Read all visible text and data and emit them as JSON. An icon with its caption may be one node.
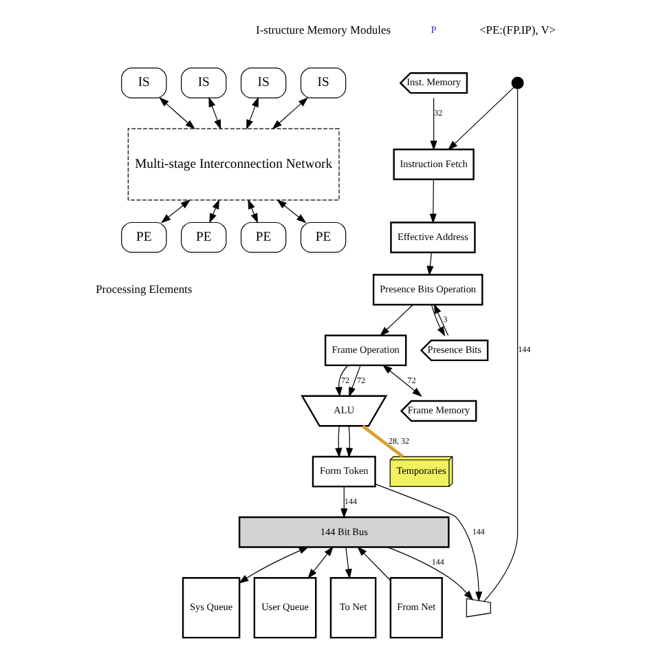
{
  "diagram": {
    "nodes": [
      {
        "text": [
          "IS"
        ]
      },
      {
        "text": [
          "IS"
        ]
      },
      {
        "text": [
          "IS"
        ]
      },
      {
        "text": [
          "IS"
        ]
      },
      {
        "text": [
          "Multi-stage Interconnection Network"
        ]
      },
      {
        "text": [
          "PE"
        ]
      },
      {
        "text": [
          "PE"
        ]
      },
      {
        "text": [
          "PE"
        ]
      },
      {
        "text": [
          "PE"
        ]
      },
      {
        "text": [],
        "shape": "circle"
      },
      {
        "text": [
          "Instruction Fetch"
        ]
      },
      {
        "text": [
          "Effective Address"
        ]
      },
      {
        "text": [
          "Presence Bits Operation"
        ]
      },
      {
        "text": [
          "Frame Operation"
        ]
      },
      {
        "text": [
          "ALU"
        ]
      },
      {
        "text": [
          "Form Token"
        ]
      },
      {
        "text": [
          "Inst. Memory"
        ]
      },
      {
        "text": [
          "Presence Bits"
        ]
      },
      {
        "text": [
          "Frame Memory"
        ]
      },
      {
        "text": [
          "Temporaries"
        ]
      },
      {
        "text": [
          "144 Bit Bus"
        ]
      },
      {
        "text": [
          "Sys Queue"
        ]
      },
      {
        "text": [
          "User Queue"
        ]
      },
      {
        "text": [
          "To Net"
        ]
      },
      {
        "text": [
          "From Net"
        ]
      },
      {
        "text": [],
        "shape": "trapezium"
      }
    ],
    "edges": [
      {
        "from": 0,
        "to": 4,
        "arrow": "both"
      },
      {
        "from": 1,
        "to": 4,
        "arrow": "both"
      },
      {
        "from": 2,
        "to": 4,
        "arrow": "both"
      },
      {
        "from": 3,
        "to": 4,
        "arrow": "both"
      },
      {
        "from": 4,
        "to": 5,
        "arrow": "both"
      },
      {
        "from": 4,
        "to": 6,
        "arrow": "both"
      },
      {
        "from": 4,
        "to": 7,
        "arrow": "both"
      },
      {
        "from": 4,
        "to": 8,
        "arrow": "both"
      },
      {
        "from": 9,
        "to": 10,
        "arrow": "to"
      },
      {
        "from": 16,
        "to": 10,
        "arrow": "to",
        "label": "32"
      },
      {
        "from": 10,
        "to": 11,
        "arrow": "to"
      },
      {
        "from": 11,
        "to": 12,
        "arrow": "to"
      },
      {
        "from": 17,
        "to": 12,
        "arrow": "to",
        "label": "3"
      },
      {
        "from": 12,
        "to": 17,
        "arrow": "to"
      },
      {
        "from": 12,
        "to": 13,
        "arrow": "to"
      },
      {
        "from": 13,
        "to": 18,
        "arrow": "both",
        "label": "72"
      },
      {
        "from": 13,
        "to": 14,
        "arrow": "to",
        "label": "72"
      },
      {
        "from": 13,
        "to": 14,
        "arrow": "to",
        "label": "72"
      },
      {
        "from": 14,
        "to": 19,
        "arrow": "none",
        "label": "28, 32",
        "style": "thick",
        "color": "#d9a032"
      },
      {
        "from": 14,
        "to": 15,
        "arrow": "to"
      },
      {
        "from": 14,
        "to": 15,
        "arrow": "to"
      },
      {
        "from": 15,
        "to": 25,
        "arrow": "to",
        "label": "144"
      },
      {
        "from": 15,
        "to": 20,
        "arrow": "to",
        "label": "144"
      },
      {
        "from": 20,
        "to": 25,
        "arrow": "to",
        "label": "144"
      },
      {
        "from": 25,
        "to": 9,
        "arrow": "none",
        "label": "144"
      },
      {
        "from": 20,
        "to": 21,
        "arrow": "both"
      },
      {
        "from": 20,
        "to": 22,
        "arrow": "both"
      },
      {
        "from": 20,
        "to": 23,
        "arrow": "to"
      },
      {
        "from": 24,
        "to": 20,
        "arrow": "to"
      }
    ],
    "labels": [
      "I-structure Memory Modules",
      "Processing Elements",
      "<PE:(FP.IP), V>",
      "P"
    ]
  }
}
